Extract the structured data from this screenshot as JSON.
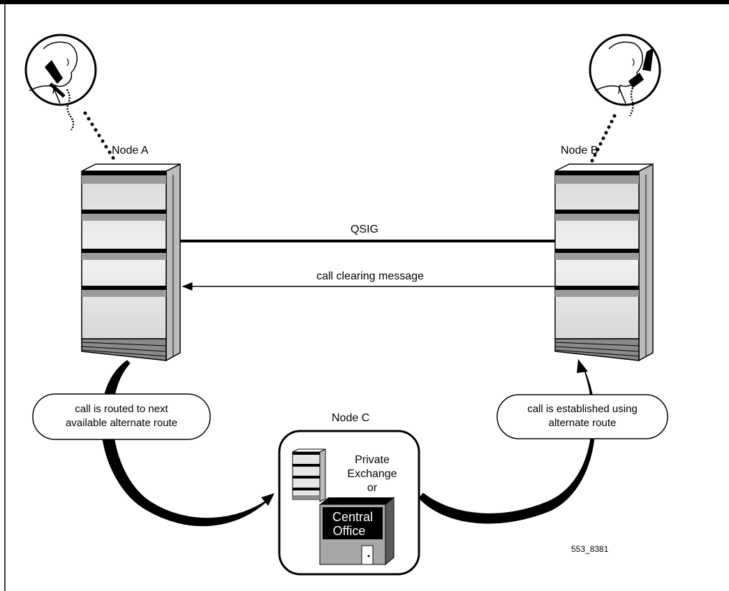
{
  "diagram": {
    "nodes": {
      "a": "Node A",
      "b": "Node B",
      "c": "Node C"
    },
    "links": {
      "qsig": "QSIG",
      "clearing": "call clearing message"
    },
    "ovals": {
      "left_line1": "call is routed to next",
      "left_line2": "available alternate route",
      "right_line1": "call is established using",
      "right_line2": "alternate route"
    },
    "node_c": {
      "line1": "Private",
      "line2": "Exchange",
      "line3": "or",
      "office_line1": "Central",
      "office_line2": "Office"
    },
    "figure_id": "553_8381"
  }
}
